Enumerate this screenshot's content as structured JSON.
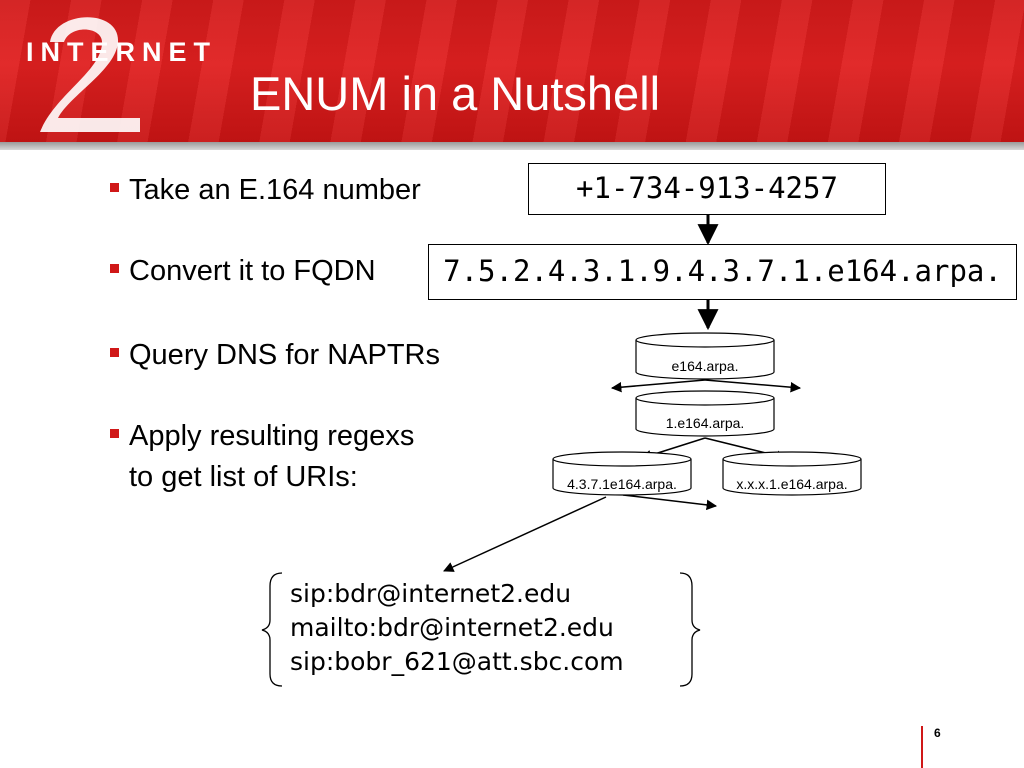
{
  "slide": {
    "logo_text": "INTERNET",
    "title": "ENUM in a Nutshell",
    "page_number": "6"
  },
  "bullets": [
    {
      "text": "Take an E.164 number"
    },
    {
      "text": "Convert it to FQDN"
    },
    {
      "text": "Query DNS for NAPTRs"
    },
    {
      "text": "Apply resulting regexs",
      "text2": "to get list of URIs:"
    }
  ],
  "diagram": {
    "phone_number": "+1-734-913-4257",
    "fqdn": "7.5.2.4.3.1.9.4.3.7.1.e164.arpa.",
    "dns_nodes": [
      "e164.arpa.",
      "1.e164.arpa.",
      "4.3.7.1e164.arpa.",
      "x.x.x.1.e164.arpa."
    ]
  },
  "uris": [
    "sip:bdr@internet2.edu",
    "mailto:bdr@internet2.edu",
    "sip:bobr_621@att.sbc.com"
  ],
  "colors": {
    "header_red": "#d21a1a",
    "bullet_red": "#d01818"
  }
}
